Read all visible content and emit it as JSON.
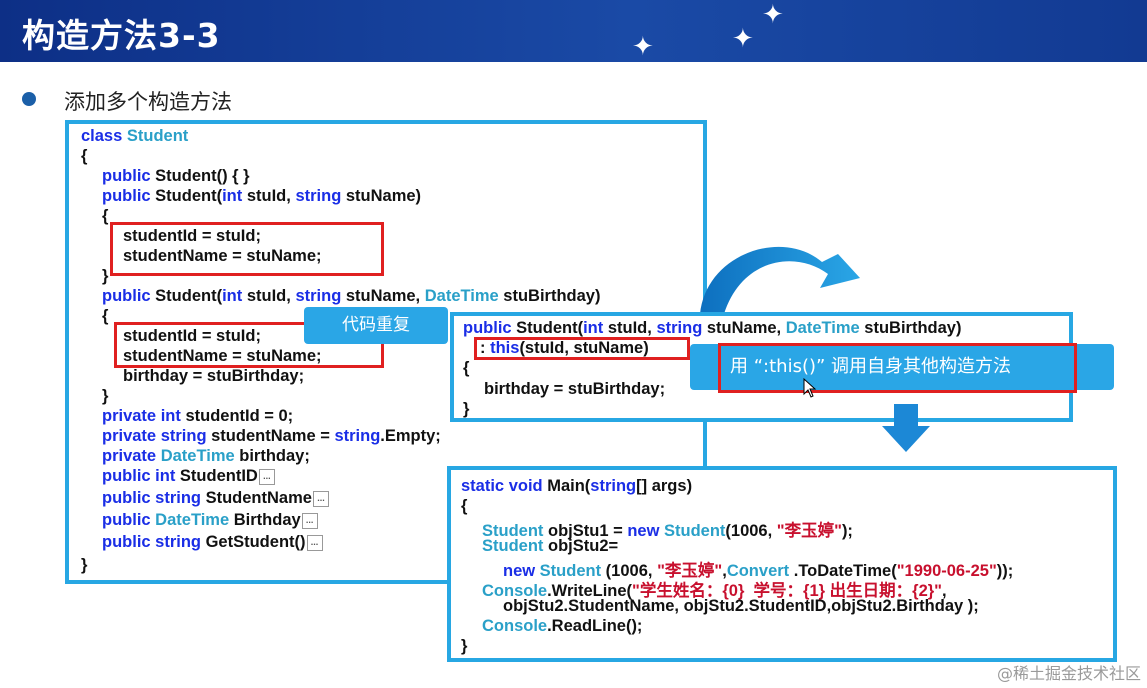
{
  "slide": {
    "title": "构造方法3-3",
    "bullet": "添加多个构造方法",
    "callout_dup": "代码重复",
    "callout_this": "用 “:this()”  调用自身其他构造方法",
    "watermark": "@稀土掘金技术社区"
  },
  "left_code": {
    "l1_kw": "class",
    "l1_ty": "Student",
    "l2": "{",
    "l3_kw": "public",
    "l3_rest": " Student() { }",
    "l4_kw1": "public",
    "l4_a": " Student(",
    "l4_kw2": "int",
    "l4_b": " stuId, ",
    "l4_kw3": "string",
    "l4_c": " stuName)",
    "l5": "{",
    "l6": "studentId = stuId;",
    "l7": "studentName = stuName;",
    "l8": "}",
    "l9_kw1": "public",
    "l9_a": " Student(",
    "l9_kw2": "int",
    "l9_b": " stuId, ",
    "l9_kw3": "string",
    "l9_c": " stuName, ",
    "l9_ty": "DateTime",
    "l9_d": " stuBirthday)",
    "l10": "{",
    "l11": "studentId = stuId;",
    "l12": "studentName = stuName;",
    "l13": "birthday = stuBirthday;",
    "l14": "}",
    "l15_kw1": "private",
    "l15_kw2": " int",
    "l15_rest": " studentId = 0;",
    "l16_kw1": "private",
    "l16_kw2": " string",
    "l16_a": " studentName = ",
    "l16_kw3": "string",
    "l16_b": ".Empty;",
    "l17_kw1": "private",
    "l17_ty": " DateTime",
    "l17_rest": " birthday;",
    "l18_kw1": "public",
    "l18_kw2": " int",
    "l18_rest": " StudentID",
    "l19_kw1": "public",
    "l19_kw2": " string",
    "l19_rest": " StudentName",
    "l20_kw1": "public",
    "l20_ty": " DateTime",
    "l20_rest": " Birthday",
    "l21_kw1": "public",
    "l21_kw2": " string",
    "l21_rest": " GetStudent()",
    "l22": "}",
    "ellipsis": "..."
  },
  "mid_code": {
    "m1_kw1": "public",
    "m1_a": " Student(",
    "m1_kw2": "int",
    "m1_b": " stuId, ",
    "m1_kw3": "string",
    "m1_c": " stuName, ",
    "m1_ty": "DateTime",
    "m1_d": " stuBirthday)",
    "m2_a": ": ",
    "m2_kw": "this",
    "m2_b": "(stuId, stuName)",
    "m3": "{",
    "m4": "birthday = stuBirthday;",
    "m5": "}"
  },
  "main_code": {
    "r1_kw1": "static",
    "r1_kw2": " void",
    "r1_a": " Main(",
    "r1_kw3": "string",
    "r1_b": "[] args)",
    "r2": "{",
    "r3_ty1": "Student",
    "r3_a": " objStu1 = ",
    "r3_kw": "new",
    "r3_ty2": " Student",
    "r3_b": "(1006, ",
    "r3_str": "\"李玉婷\"",
    "r3_c": ");",
    "r4_ty": "Student",
    "r4_a": " objStu2=",
    "r5_kw": "new",
    "r5_ty": " Student",
    "r5_a": " (1006, ",
    "r5_str1": "\"李玉婷\"",
    "r5_b": ",",
    "r5_ty2": "Convert",
    "r5_c": " .ToDateTime(",
    "r5_str2": "\"1990-06-25\"",
    "r5_d": "));",
    "r6_ty": "Console",
    "r6_a": ".WriteLine(",
    "r6_str": "\"学生姓名：{0}  学号：{1} 出生日期：{2}\"",
    "r6_b": ",",
    "r7": "objStu2.StudentName, objStu2.StudentID,objStu2.Birthday );",
    "r8_ty": "Console",
    "r8_a": ".ReadLine();",
    "r9": "}"
  },
  "colors": {
    "banner": "#1a4aa6",
    "panel_border": "#27a7e3",
    "keyword": "#1a2ee6",
    "type": "#2aa0c8",
    "string": "#c8102e",
    "highlight_box": "#e02020",
    "callout": "#2aa6e6"
  }
}
